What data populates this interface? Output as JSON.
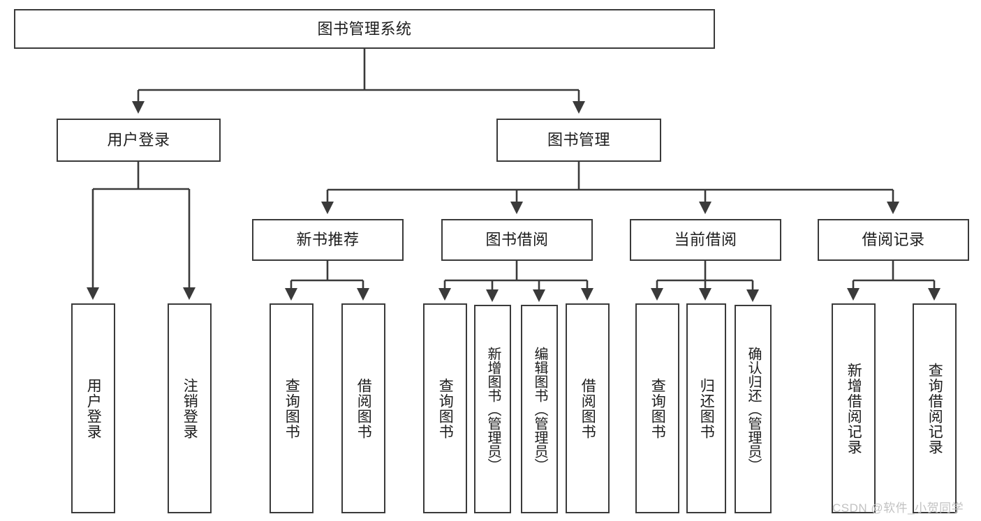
{
  "diagram": {
    "title": "图书管理系统",
    "type": "tree-hierarchy-diagram",
    "root": {
      "id": "root",
      "label": "图书管理系统"
    },
    "level1": [
      {
        "id": "user-login",
        "label": "用户登录"
      },
      {
        "id": "book-management",
        "label": "图书管理"
      }
    ],
    "level2": [
      {
        "id": "new-book-recommend",
        "label": "新书推荐"
      },
      {
        "id": "book-borrow",
        "label": "图书借阅"
      },
      {
        "id": "current-borrow",
        "label": "当前借阅"
      },
      {
        "id": "borrow-record",
        "label": "借阅记录"
      }
    ],
    "leaves": {
      "user_login": [
        {
          "id": "leaf-user-login",
          "label": "用户登录"
        },
        {
          "id": "leaf-logout-login",
          "label": "注销登录"
        }
      ],
      "new_book_recommend": [
        {
          "id": "leaf-query-book-1",
          "label": "查询图书"
        },
        {
          "id": "leaf-borrow-book-1",
          "label": "借阅图书"
        }
      ],
      "book_borrow": [
        {
          "id": "leaf-query-book-2",
          "label": "查询图书"
        },
        {
          "id": "leaf-add-book",
          "label": "新增图书（管理员）"
        },
        {
          "id": "leaf-edit-book",
          "label": "编辑图书（管理员）"
        },
        {
          "id": "leaf-borrow-book-2",
          "label": "借阅图书"
        }
      ],
      "current_borrow": [
        {
          "id": "leaf-query-book-3",
          "label": "查询图书"
        },
        {
          "id": "leaf-return-book",
          "label": "归还图书"
        },
        {
          "id": "leaf-confirm-return",
          "label": "确认归还（管理员）"
        }
      ],
      "borrow_record": [
        {
          "id": "leaf-add-record",
          "label": "新增借阅记录"
        },
        {
          "id": "leaf-query-record",
          "label": "查询借阅记录"
        }
      ]
    }
  },
  "watermark": {
    "text": "CSDN @软件_小贺同学"
  },
  "colors": {
    "border": "#3a3a3a",
    "connector": "#3a3a3a",
    "background": "#ffffff",
    "text": "#1c1c1c",
    "watermark": "#c2c2c2"
  }
}
